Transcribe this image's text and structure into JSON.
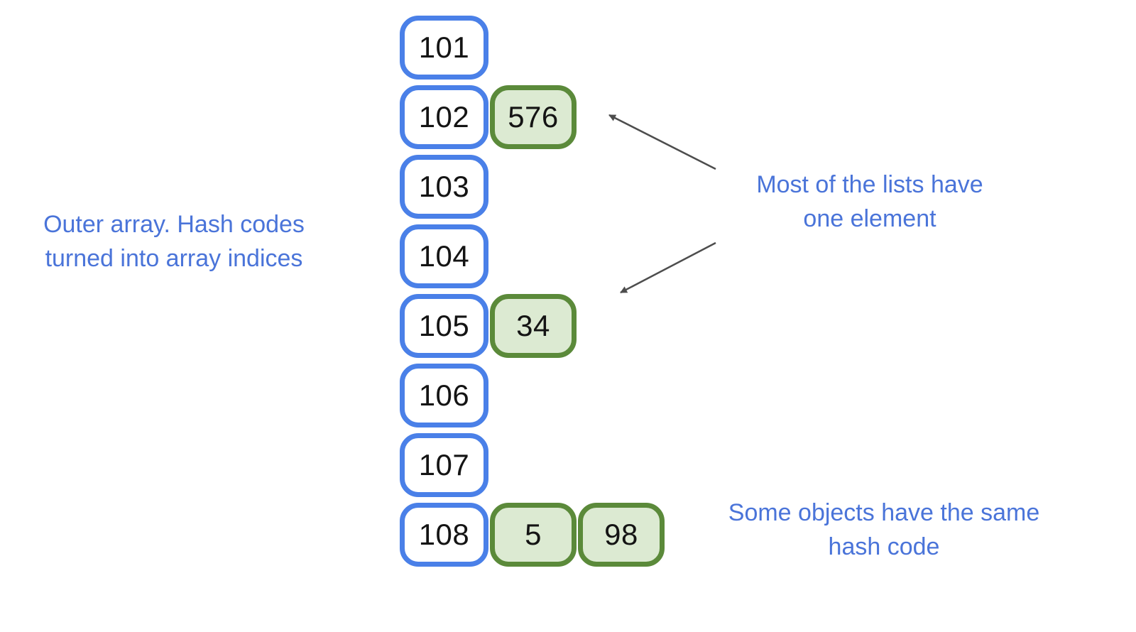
{
  "cells": [
    {
      "index": "101",
      "chain": []
    },
    {
      "index": "102",
      "chain": [
        "576"
      ]
    },
    {
      "index": "103",
      "chain": []
    },
    {
      "index": "104",
      "chain": []
    },
    {
      "index": "105",
      "chain": [
        "34"
      ]
    },
    {
      "index": "106",
      "chain": []
    },
    {
      "index": "107",
      "chain": []
    },
    {
      "index": "108",
      "chain": [
        "5",
        "98"
      ]
    }
  ],
  "annotations": {
    "left": "Outer array. Hash codes\nturned into array indices",
    "right": "Most of the lists have\none element",
    "bottom": "Some objects have the same\nhash code"
  },
  "colors": {
    "blue_border": "#4a80e8",
    "blue_text": "#4a74d9",
    "green_border": "#5b8a3a",
    "green_fill": "#dcead2",
    "arrow": "#4d4d4d"
  }
}
